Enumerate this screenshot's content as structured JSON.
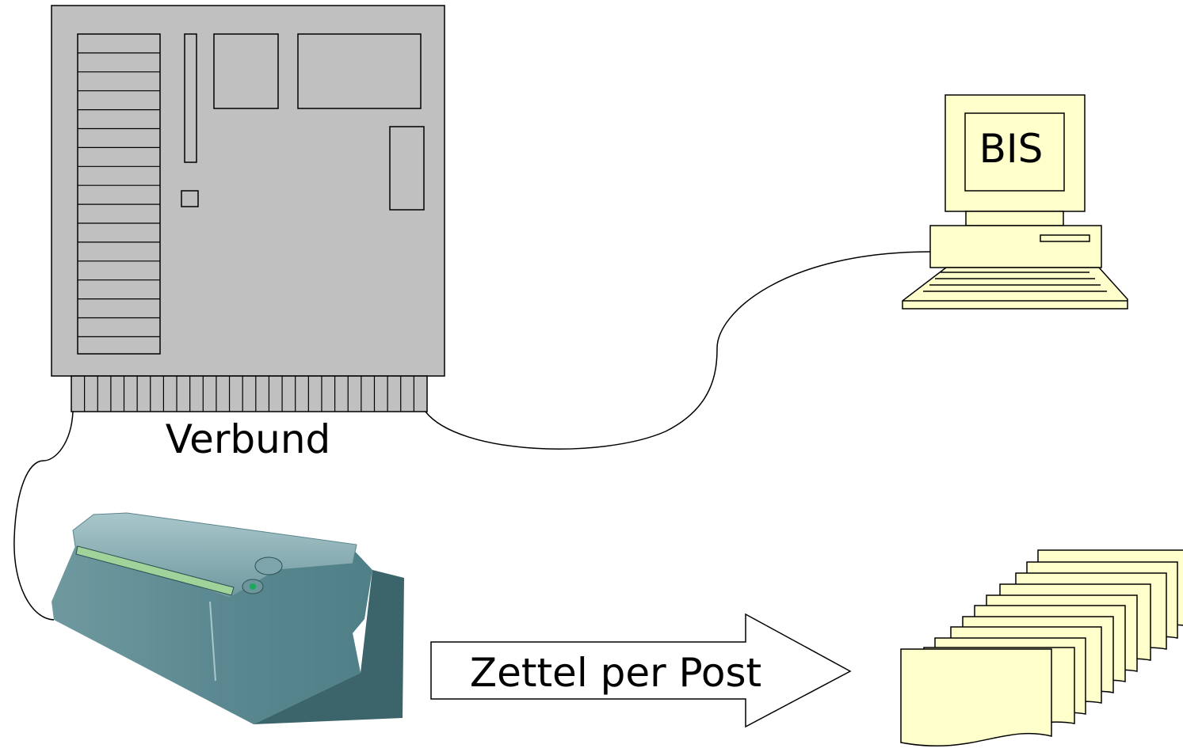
{
  "labels": {
    "server": "Verbund",
    "terminal": "BIS",
    "arrow": "Zettel per Post"
  },
  "colors": {
    "server_fill": "#c0c0c0",
    "terminal_fill": "#ffffcc",
    "cards_fill": "#ffffcc",
    "printer_body": "#4f7f87",
    "printer_slot": "#9fd39a",
    "outline": "#000000"
  },
  "icons": {
    "server": "mainframe-icon",
    "terminal": "computer-terminal-icon",
    "printer": "printer-icon",
    "cards": "card-stack-icon",
    "arrow": "right-arrow-icon"
  }
}
